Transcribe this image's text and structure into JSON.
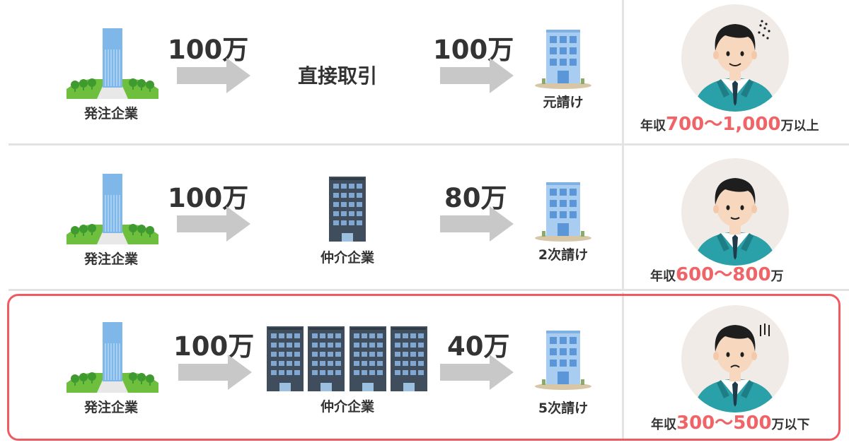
{
  "rows": [
    {
      "client_label": "発注企業",
      "first_amount": "100万",
      "middle_text": "直接取引",
      "second_amount": "100万",
      "contractor_label": "元請け",
      "income_prefix": "年収",
      "income_range": "700〜1,000",
      "income_suffix": "万以上"
    },
    {
      "client_label": "発注企業",
      "first_amount": "100万",
      "middle_label": "仲介企業",
      "second_amount": "80万",
      "contractor_label": "2次請け",
      "income_prefix": "年収",
      "income_range": "600〜800",
      "income_suffix": "万"
    },
    {
      "client_label": "発注企業",
      "first_amount": "100万",
      "middle_label": "仲介企業",
      "second_amount": "40万",
      "contractor_label": "5次請け",
      "income_prefix": "年収",
      "income_range": "300〜500",
      "income_suffix": "万以下"
    }
  ],
  "colors": {
    "accent": "#f06467",
    "highlight_border": "#f05a61",
    "arrow": "#c8c8c8",
    "suit": "#2aa0a8",
    "dark_building": "#3f4d5c",
    "light_building": "#9cc4ea"
  }
}
